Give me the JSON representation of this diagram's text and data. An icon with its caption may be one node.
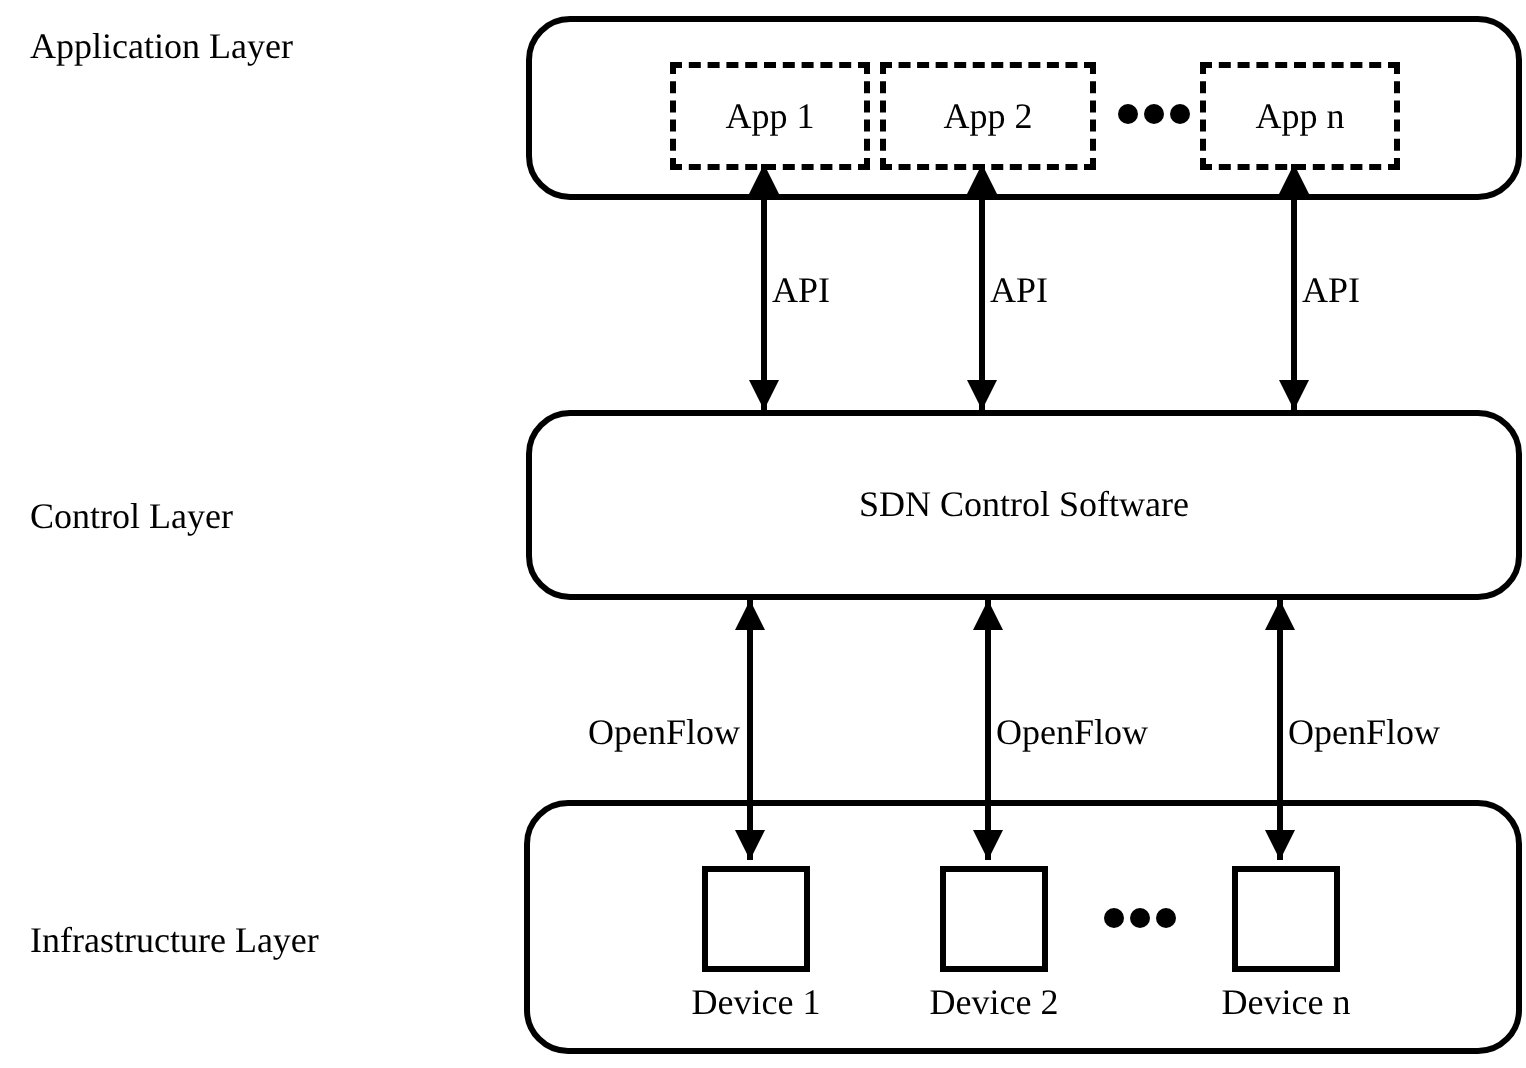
{
  "diagram": {
    "nodes": [
      {
        "text": [],
        "shape": "box"
      },
      {
        "text": [
          "App 1"
        ],
        "in": 0
      },
      {
        "text": [
          "App 2"
        ],
        "in": 0
      },
      {
        "text": [
          "App n"
        ],
        "in": 0
      },
      {
        "text": [
          "SDN Control Software"
        ]
      },
      {
        "text": [],
        "shape": "box"
      },
      {
        "text": [
          "Device 1"
        ],
        "in": 5
      },
      {
        "text": [
          "Device 2"
        ],
        "in": 5
      },
      {
        "text": [
          "Device n"
        ],
        "in": 5
      }
    ],
    "edges": [
      {
        "from": 4,
        "to": 1,
        "arrow": "both",
        "label": "API"
      },
      {
        "from": 4,
        "to": 2,
        "arrow": "both",
        "label": "API"
      },
      {
        "from": 4,
        "to": 3,
        "arrow": "both",
        "label": "API"
      },
      {
        "from": 4,
        "to": 6,
        "arrow": "both",
        "label": "OpenFlow"
      },
      {
        "from": 4,
        "to": 7,
        "arrow": "both",
        "label": "OpenFlow"
      },
      {
        "from": 4,
        "to": 8,
        "arrow": "both",
        "label": "OpenFlow"
      }
    ],
    "labels": [
      "Application Layer",
      "Control Layer",
      "Infrastructure Layer"
    ]
  }
}
